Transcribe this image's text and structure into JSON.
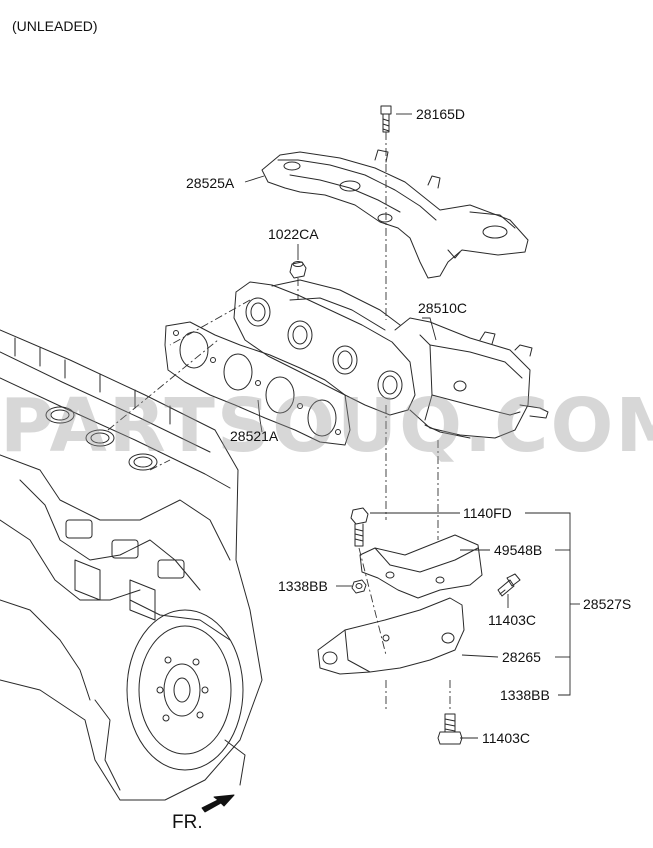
{
  "title": "(UNLEADED)",
  "direction_label": "FR.",
  "watermark": "PARTSOUQ.COM",
  "labels": {
    "p28165D": "28165D",
    "p28525A": "28525A",
    "p1022CA": "1022CA",
    "p28510C": "28510C",
    "p28521A": "28521A",
    "p1140FD": "1140FD",
    "p49548B": "49548B",
    "p1338BB_left": "1338BB",
    "p11403C_upper": "11403C",
    "p28527S": "28527S",
    "p28265": "28265",
    "p1338BB_lower": "1338BB",
    "p11403C_lower": "11403C"
  },
  "colors": {
    "line": "#2a2a2a",
    "watermark": "#969696"
  }
}
